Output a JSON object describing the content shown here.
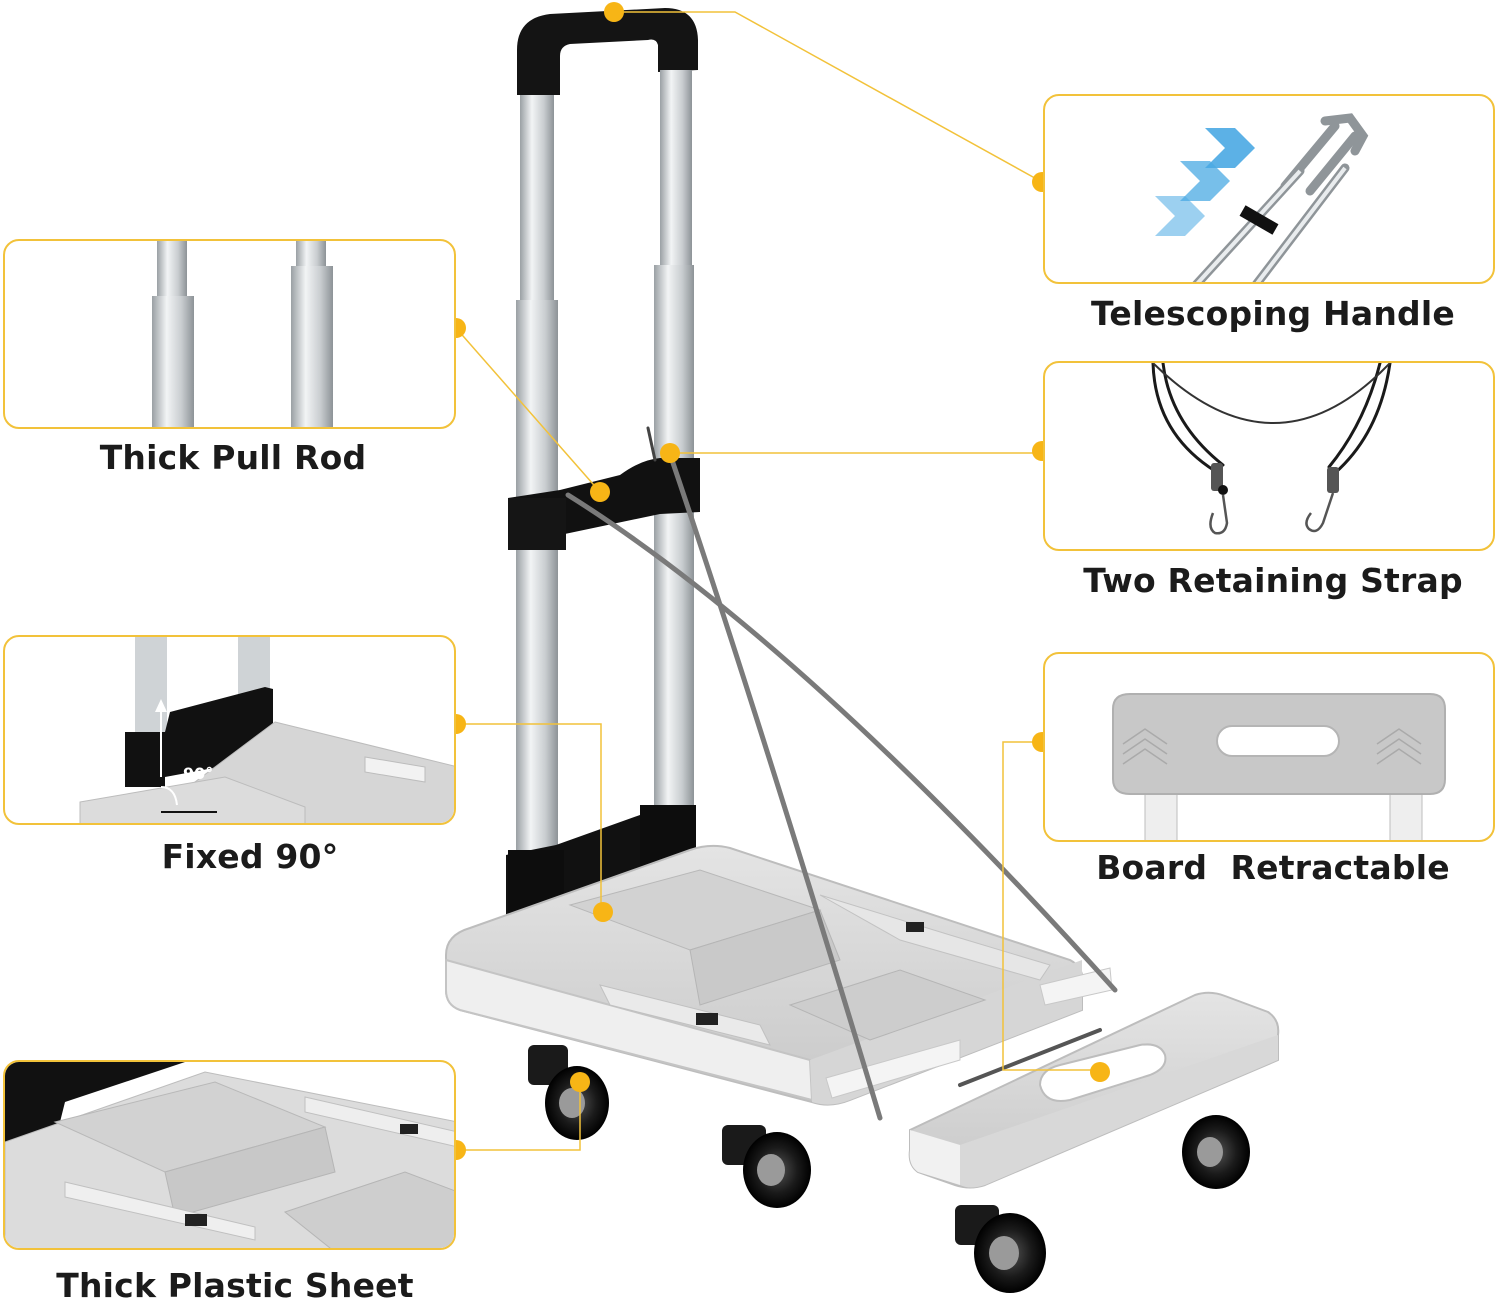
{
  "features": {
    "telescoping_handle": {
      "caption": "Telescoping Handle"
    },
    "thick_pull_rod": {
      "caption": "Thick Pull Rod"
    },
    "retaining_strap": {
      "caption": "Two Retaining Strap"
    },
    "fixed_angle": {
      "caption": "Fixed 90°",
      "angle_mark": "90°"
    },
    "board_retractable": {
      "caption": "Board  Retractable"
    },
    "plastic_sheet": {
      "caption": "Thick Plastic Sheet"
    }
  },
  "colors": {
    "callout": "#f2c23a",
    "dot": "#f7b516",
    "platform": "#dcdcdc",
    "frame": "#111111",
    "rod": "#cfd3d6",
    "arrow": "#4aa9e3"
  }
}
